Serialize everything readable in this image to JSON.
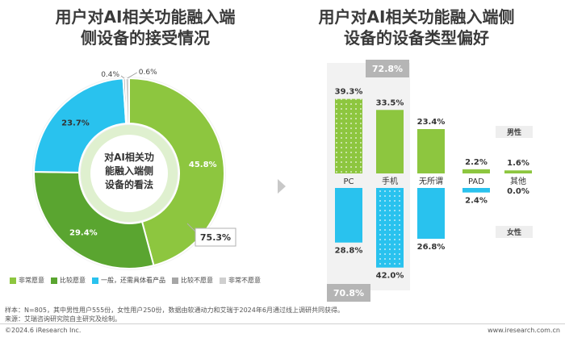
{
  "titles": {
    "left": [
      "用户对AI相关功能融入端",
      "侧设备的接受情况"
    ],
    "right": [
      "用户对AI相关功能融入端侧",
      "设备的设备类型偏好"
    ]
  },
  "colors": {
    "very_willing": "#8dc63f",
    "willing": "#5aa530",
    "neutral": "#29c2ee",
    "unwilling": "#a6a6a6",
    "very_unwilling": "#cfcfcf",
    "male": "#8dc63f",
    "female": "#29c2ee",
    "highlight_box": "#b5b5b5"
  },
  "chart_data": [
    {
      "type": "pie",
      "center_label": [
        "对AI相关功",
        "能融入端侧",
        "设备的看法"
      ],
      "legend": [
        "非常愿意",
        "比较愿意",
        "一般，还需具体看产品",
        "比较不愿意",
        "非常不愿意"
      ],
      "slices": [
        {
          "name": "非常愿意",
          "value": 45.8,
          "label": "45.8%"
        },
        {
          "name": "比较愿意",
          "value": 29.4,
          "label": "29.4%"
        },
        {
          "name": "一般，还需具体看产品",
          "value": 23.7,
          "label": "23.7%"
        },
        {
          "name": "比较不愿意",
          "value": 0.4,
          "label": "0.4%"
        },
        {
          "name": "非常不愿意",
          "value": 0.6,
          "label": "0.6%"
        }
      ],
      "combined_label": "75.3%"
    },
    {
      "type": "bar",
      "categories": [
        "PC",
        "手机",
        "无所谓",
        "PAD",
        "其他"
      ],
      "series": [
        {
          "name": "男性",
          "values": [
            39.3,
            33.5,
            23.4,
            2.2,
            1.6
          ],
          "labels": [
            "39.3%",
            "33.5%",
            "23.4%",
            "2.2%",
            "1.6%"
          ]
        },
        {
          "name": "女性",
          "values": [
            28.8,
            42.0,
            26.8,
            2.4,
            0.0
          ],
          "labels": [
            "28.8%",
            "42.0%",
            "26.8%",
            "2.4%",
            "0.0%"
          ]
        }
      ],
      "highlights": {
        "male_top": "72.8%",
        "female_bottom": "70.8%"
      }
    }
  ],
  "footnotes": {
    "note": "样本：N=805，其中男性用户555份，女性用户250份，数据由软通动力和艾瑞于2024年6月通过线上调研共同获得。",
    "source": "来源：艾瑞咨询研究院自主研究及绘制。",
    "copyright": "©2024.6 iResearch Inc.",
    "site": "www.iresearch.com.cn"
  }
}
